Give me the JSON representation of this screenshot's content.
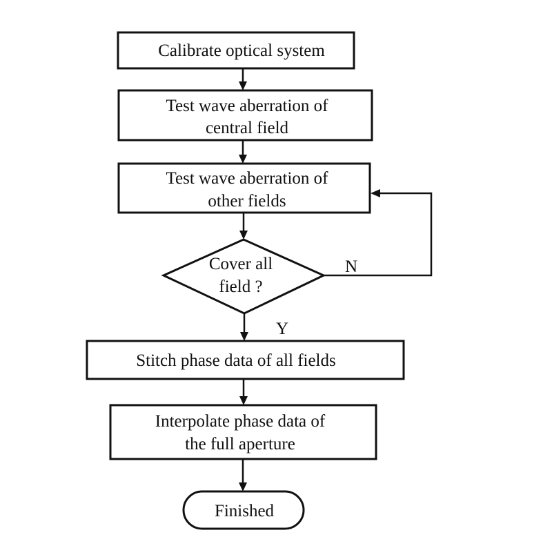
{
  "diagram": {
    "type": "flowchart",
    "nodes": [
      {
        "id": "calibrate",
        "shape": "process",
        "lines": [
          "Calibrate optical system"
        ]
      },
      {
        "id": "test_central",
        "shape": "process",
        "lines": [
          "Test wave aberration of",
          "central field"
        ]
      },
      {
        "id": "test_other",
        "shape": "process",
        "lines": [
          "Test wave aberration of",
          "other fields"
        ]
      },
      {
        "id": "cover_all",
        "shape": "decision",
        "lines": [
          "Cover all",
          "field ?"
        ]
      },
      {
        "id": "stitch",
        "shape": "process",
        "lines": [
          "Stitch phase data of all fields"
        ]
      },
      {
        "id": "interpolate",
        "shape": "process",
        "lines": [
          "Interpolate phase data of",
          "the full aperture"
        ]
      },
      {
        "id": "finished",
        "shape": "terminal",
        "lines": [
          "Finished"
        ]
      }
    ],
    "edges": [
      {
        "from": "calibrate",
        "to": "test_central",
        "label": ""
      },
      {
        "from": "test_central",
        "to": "test_other",
        "label": ""
      },
      {
        "from": "test_other",
        "to": "cover_all",
        "label": ""
      },
      {
        "from": "cover_all",
        "to": "test_other",
        "label": "N"
      },
      {
        "from": "cover_all",
        "to": "stitch",
        "label": "Y"
      },
      {
        "from": "stitch",
        "to": "interpolate",
        "label": ""
      },
      {
        "from": "interpolate",
        "to": "finished",
        "label": ""
      }
    ],
    "colors": {
      "stroke": "#111111",
      "fill": "#ffffff",
      "text": "#111111"
    }
  }
}
